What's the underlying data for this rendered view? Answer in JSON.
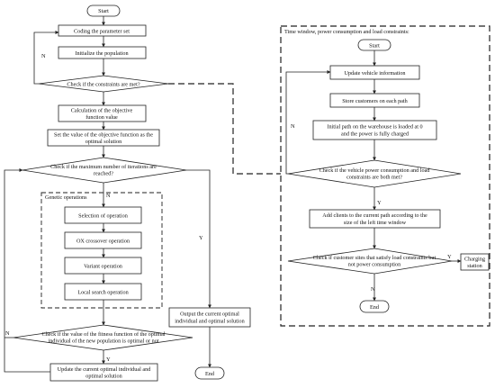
{
  "left": {
    "start": "Start",
    "coding": "Coding the parameter set",
    "init_pop": "Initialize the population",
    "check_constraints": "Check if the constraints are met?",
    "calc_obj": [
      "Calculation of the objective",
      "function value"
    ],
    "set_value": [
      "Set the value of the objective function as the",
      "optimal solution"
    ],
    "check_iter": [
      "Check if the maximum number of iterations are",
      "reached?"
    ],
    "genetic_title": "Genetic operations",
    "selection": "Selection of operation",
    "ox": "OX crossover operation",
    "variant": "Variant operation",
    "local": "Local search operation",
    "check_fitness": [
      "Check if the value of the fitness function of the optimal",
      "individual of the new population is optimal or not"
    ],
    "update_opt": [
      "Update the current optimal individual and",
      "optimal solution"
    ],
    "output": [
      "Output the current optimal",
      "individual and optimal solution"
    ],
    "end": "End"
  },
  "right": {
    "title": "Time window, power consumption and load constraints:",
    "start": "Start",
    "update_vehicle": "Update vehicle information",
    "store_customers": "Store customers on each path",
    "initial_path": [
      "Initial path on the warehouse is loaded at 0",
      "and the power is fully charged"
    ],
    "check_vehicle": [
      "Check if the vehicle power consumption and load",
      "constraints are both met?"
    ],
    "add_clients": [
      "Add clients to the current path according to the",
      "size of the left time window"
    ],
    "check_sites": [
      "Check if customer sites that satisfy load constraints but",
      "not power consumption"
    ],
    "charging": [
      "Charging",
      "station"
    ],
    "end": "End"
  },
  "labels": {
    "yes": "Y",
    "no": "N"
  }
}
